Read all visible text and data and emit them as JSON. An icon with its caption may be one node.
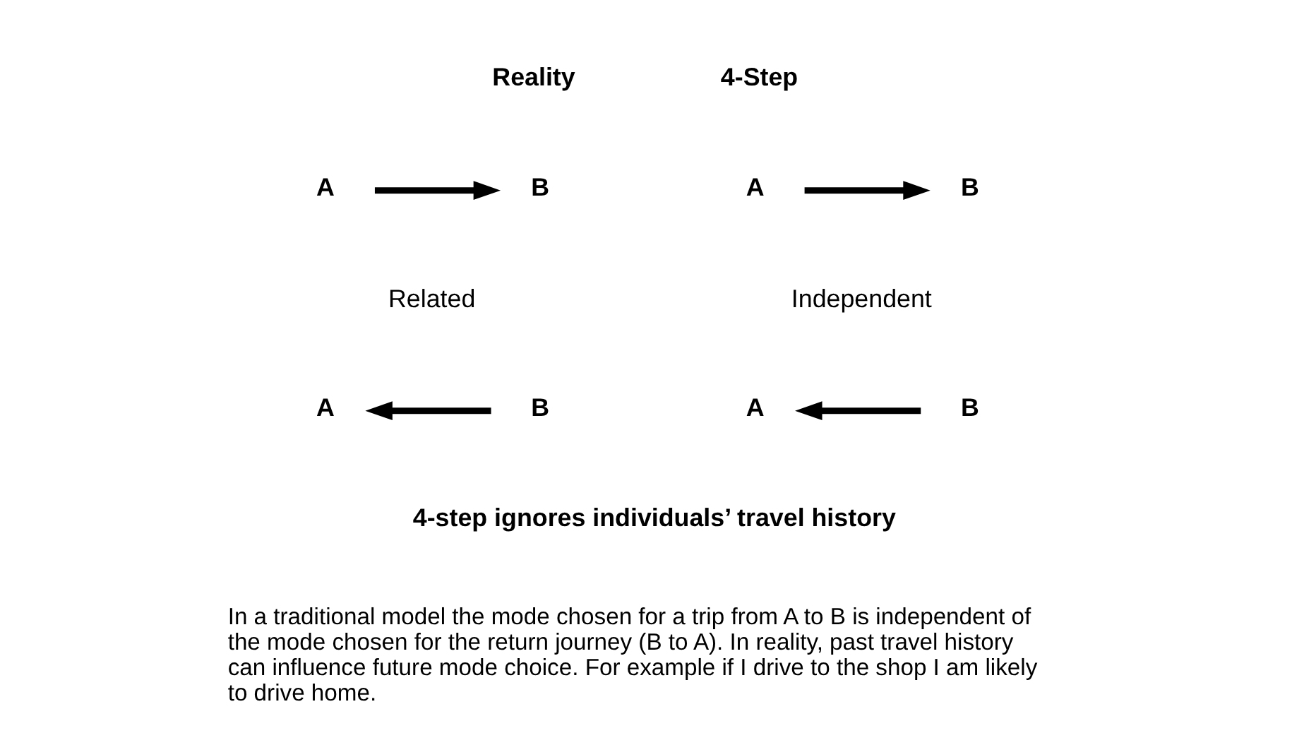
{
  "diagram": {
    "nodes": [
      {
        "text": [
          "A"
        ]
      },
      {
        "text": [
          "B"
        ]
      },
      {
        "text": [
          "A"
        ]
      },
      {
        "text": [
          "B"
        ]
      },
      {
        "text": [
          "A"
        ]
      },
      {
        "text": [
          "B"
        ]
      },
      {
        "text": [
          "A"
        ]
      },
      {
        "text": [
          "B"
        ]
      }
    ],
    "edges": [
      {
        "from": 0,
        "to": 1,
        "arrow": "to"
      },
      {
        "from": 2,
        "to": 3,
        "arrow": "to"
      },
      {
        "from": 5,
        "to": 4,
        "arrow": "to"
      },
      {
        "from": 7,
        "to": 6,
        "arrow": "to"
      }
    ],
    "labels": [
      "4-Step",
      "Reality",
      "Independent",
      "Related",
      "4-step ignores individuals’ travel history",
      "In a traditional model the mode chosen for a trip from A to B is independent of the mode chosen for the return journey (B to A). In reality, past travel history can influence future mode choice. For example if I drive to the shop I am likely to drive home."
    ]
  }
}
